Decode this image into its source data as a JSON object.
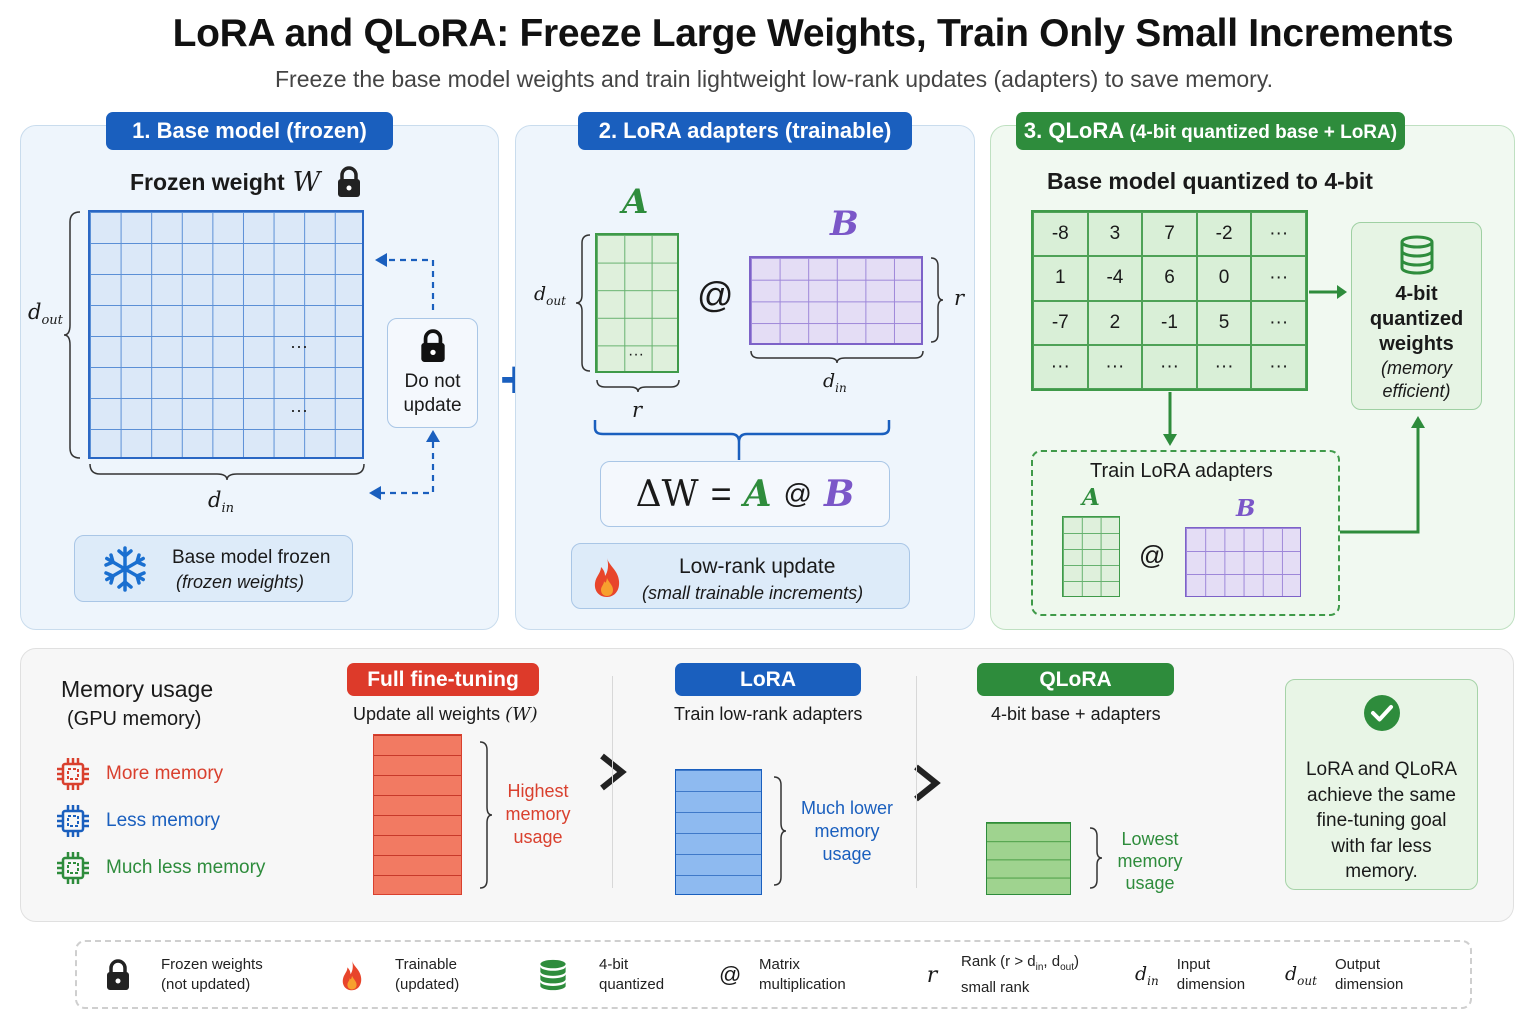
{
  "title": "LoRA and QLoRA: Freeze Large Weights, Train Only Small Increments",
  "subtitle": "Freeze the base model weights and train lightweight low-rank updates (adapters) to save memory.",
  "panel1": {
    "header": "1. Base model (frozen)",
    "matrix_title": "Frozen weight",
    "matrix_symbol": "W",
    "row_label": "d",
    "row_label_sub": "out",
    "col_label": "d",
    "col_label_sub": "in",
    "ellipsis": "···",
    "do_not_update": "Do not update",
    "card_title": "Base model frozen",
    "card_sub": "(frozen weights)"
  },
  "panel2": {
    "header": "2. LoRA adapters (trainable)",
    "matrix_a": "A",
    "matrix_b": "B",
    "at": "@",
    "a_row_label": "d",
    "a_row_label_sub": "out",
    "a_col_label": "r",
    "b_row_label": "r",
    "b_col_label": "d",
    "b_col_label_sub": "in",
    "ellipsis": "···",
    "eq_delta": "ΔW",
    "eq_equals": "=",
    "eq_a": "A",
    "eq_at": "@",
    "eq_b": "B",
    "card_title": "Low-rank update",
    "card_sub": "(small trainable increments)",
    "plus": "+"
  },
  "panel3": {
    "header_main": "3. QLoRA",
    "header_paren": "(4-bit quantized base + LoRA)",
    "quant_title": "Base model quantized to 4-bit",
    "quant_rows": [
      [
        "-8",
        "3",
        "7",
        "-2",
        "···"
      ],
      [
        "1",
        "-4",
        "6",
        "0",
        "···"
      ],
      [
        "-7",
        "2",
        "-1",
        "5",
        "···"
      ],
      [
        "···",
        "···",
        "···",
        "···",
        "···"
      ]
    ],
    "storage_title": "4-bit quantized weights",
    "storage_sub": "(memory efficient)",
    "train_title": "Train LoRA adapters",
    "a": "A",
    "b": "B",
    "at": "@"
  },
  "memory": {
    "title": "Memory usage",
    "subtitle": "(GPU memory)",
    "legend": [
      {
        "label": "More memory",
        "color": "#d9402e"
      },
      {
        "label": "Less memory",
        "color": "#1a5fbe"
      },
      {
        "label": "Much less memory",
        "color": "#2e8c3c"
      }
    ],
    "columns": [
      {
        "header": "Full fine-tuning",
        "desc": "Update all weights",
        "desc_symbol": "(W)",
        "note": "Highest memory usage",
        "color": "#dd3a2a"
      },
      {
        "header": "LoRA",
        "desc": "Train low-rank adapters",
        "note": "Much lower memory usage",
        "color": "#1a5fbe"
      },
      {
        "header": "QLoRA",
        "desc": "4-bit base + adapters",
        "note": "Lowest memory usage",
        "color": "#2e8c3c"
      }
    ],
    "conclusion": "LoRA and QLoRA achieve the same fine-tuning goal with far less memory."
  },
  "footer": [
    {
      "icon": "lock-icon",
      "label": "Frozen weights",
      "sub": "(not updated)"
    },
    {
      "icon": "fire-icon",
      "label": "Trainable",
      "sub": "(updated)"
    },
    {
      "icon": "database-icon",
      "label": "4-bit",
      "sub": "quantized"
    },
    {
      "icon": "at-icon",
      "symbol": "@",
      "label": "Matrix",
      "sub": "multiplication"
    },
    {
      "icon": "r-icon",
      "symbol": "r",
      "label": "Rank (r > d",
      "label_sub1": "in",
      "label_mid": ", d",
      "label_sub2": "out",
      "label_end": ")",
      "sub": "small rank"
    },
    {
      "icon": "din-icon",
      "symbol": "d",
      "symbol_sub": "in",
      "label": "Input",
      "sub": "dimension"
    },
    {
      "icon": "dout-icon",
      "symbol": "d",
      "symbol_sub": "out",
      "label": "Output",
      "sub": "dimension"
    }
  ]
}
